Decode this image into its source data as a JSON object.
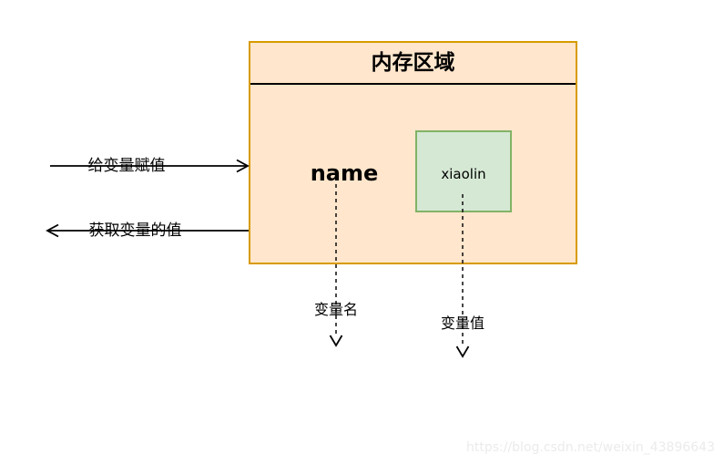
{
  "diagram": {
    "memory_box": {
      "title": "内存区域"
    },
    "variable_name": "name",
    "value_box": {
      "text": "xiaolin"
    },
    "arrows": {
      "assign": {
        "label": "给变量赋值",
        "direction": "right-into-box"
      },
      "get": {
        "label": "获取变量的值",
        "direction": "left-out-of-box"
      }
    },
    "annotations": {
      "var_name": "变量名",
      "var_value": "变量值"
    },
    "colors": {
      "memory_fill": "#FFE6CC",
      "memory_stroke": "#D79B00",
      "value_fill": "#D5E8D4",
      "value_stroke": "#82B366",
      "line": "#000000"
    }
  },
  "watermark": "https://blog.csdn.net/weixin_43896643"
}
